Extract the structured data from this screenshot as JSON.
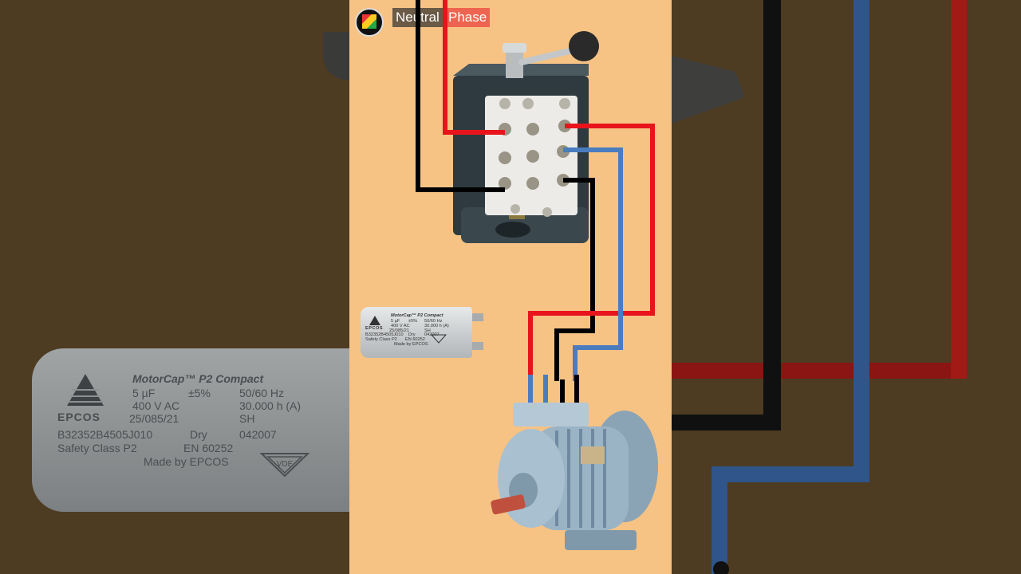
{
  "labels": {
    "neutral": "Neutral",
    "phase": "Phase"
  },
  "capacitor": {
    "brand": "EPCOS",
    "title": "MotorCap™ P2 Compact",
    "capacitance": "5 µF",
    "tolerance": "±5%",
    "frequency": "50/60 Hz",
    "voltage": "400 V AC",
    "lifetime": "30.000 h (A)",
    "date_code": "25/085/21",
    "sh": "SH",
    "part_number": "B32352B4505J010",
    "dry": "Dry",
    "code": "042007",
    "safety_class": "Safety Class P2",
    "standard": "EN 60252",
    "made_by": "Made by EPCOS",
    "mark": "VDE"
  },
  "colors": {
    "neutral_wire": "#000000",
    "phase_wire": "#e8141c",
    "blue_wire": "#4a7cc0",
    "background": "#f6c384",
    "neutral_badge": "#6a5a46",
    "phase_badge": "#ee6450"
  },
  "icons": {
    "logo": "channel-logo-icon",
    "switch": "rotary-changeover-switch-icon",
    "motor": "electric-motor-icon",
    "capacitor": "capacitor-icon"
  }
}
